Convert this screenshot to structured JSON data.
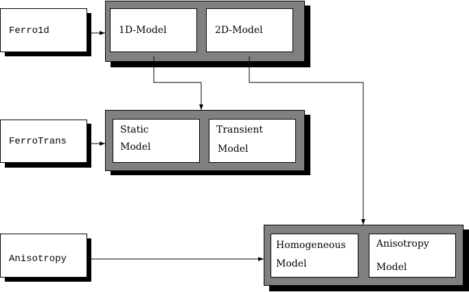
{
  "programs": {
    "ferro1d": "Ferro1d",
    "ferrotrans": "FerroTrans",
    "anisotropy": "Anisotropy"
  },
  "groups": {
    "ferro1d_models": {
      "model_1d": "1D-Model",
      "model_2d": "2D-Model"
    },
    "ferrotrans_models": {
      "static_line1": "Static",
      "static_line2": "Model",
      "transient_line1": "Transient",
      "transient_line2": "Model"
    },
    "anisotropy_models": {
      "homogeneous_line1": "Homogeneous",
      "homogeneous_line2": "Model",
      "anisotropy_line1": "Anisotropy",
      "anisotropy_line2": "Model"
    }
  },
  "colors": {
    "panel": "#808080",
    "shadow": "#000000",
    "box": "#ffffff",
    "line": "#000000"
  }
}
